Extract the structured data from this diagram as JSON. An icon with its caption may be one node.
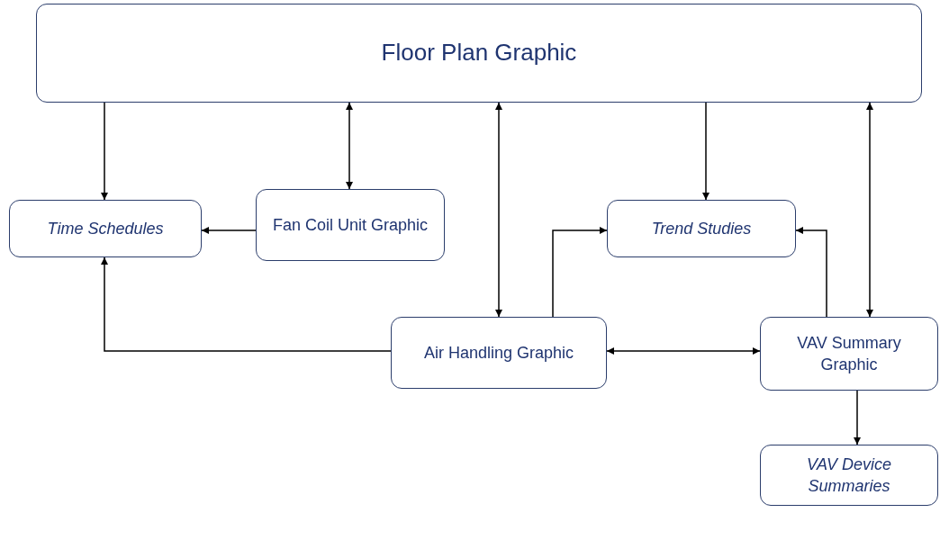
{
  "diagram": {
    "nodes": [
      {
        "text": [
          "Floor Plan Graphic"
        ]
      },
      {
        "text": [
          "Time Schedules"
        ]
      },
      {
        "text": [
          "Fan Coil Unit Graphic"
        ]
      },
      {
        "text": [
          "Trend Studies"
        ]
      },
      {
        "text": [
          "Air Handling Graphic"
        ]
      },
      {
        "text": [
          "VAV Summary Graphic"
        ]
      },
      {
        "text": [
          "VAV Device Summaries"
        ]
      }
    ],
    "edges": [
      {
        "from": 0,
        "to": 1,
        "arrow": "to"
      },
      {
        "from": 0,
        "to": 2,
        "arrow": "both"
      },
      {
        "from": 0,
        "to": 4,
        "arrow": "both"
      },
      {
        "from": 0,
        "to": 3,
        "arrow": "to"
      },
      {
        "from": 0,
        "to": 5,
        "arrow": "both"
      },
      {
        "from": 2,
        "to": 1,
        "arrow": "to"
      },
      {
        "from": 4,
        "to": 1,
        "arrow": "to"
      },
      {
        "from": 4,
        "to": 3,
        "arrow": "to"
      },
      {
        "from": 5,
        "to": 3,
        "arrow": "to"
      },
      {
        "from": 4,
        "to": 5,
        "arrow": "both"
      },
      {
        "from": 5,
        "to": 6,
        "arrow": "to"
      }
    ]
  }
}
